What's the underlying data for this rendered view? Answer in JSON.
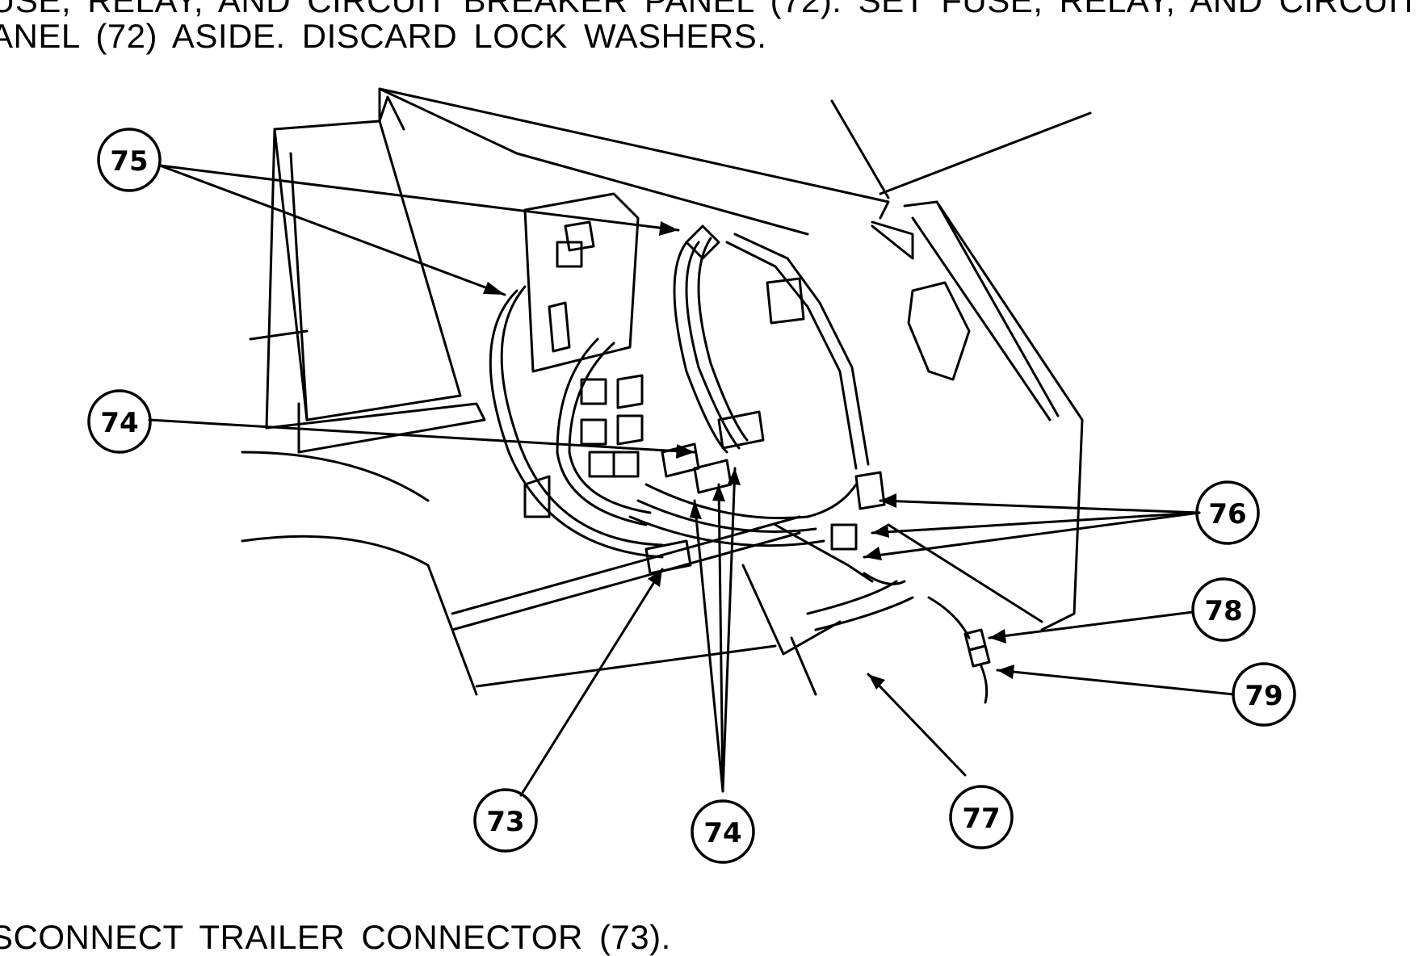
{
  "text": {
    "line1": "USE, RELAY, AND CIRCUIT BREAKER PANEL (72). SET FUSE, RELAY, AND CIRCUIT",
    "line2": "ANEL (72) ASIDE. DISCARD LOCK WASHERS.",
    "line3": "SCONNECT TRAILER CONNECTOR (73)."
  },
  "callouts": {
    "c75": "75",
    "c74_left": "74",
    "c76": "76",
    "c78": "78",
    "c79": "79",
    "c73": "73",
    "c74_bottom": "74",
    "c77": "77"
  }
}
